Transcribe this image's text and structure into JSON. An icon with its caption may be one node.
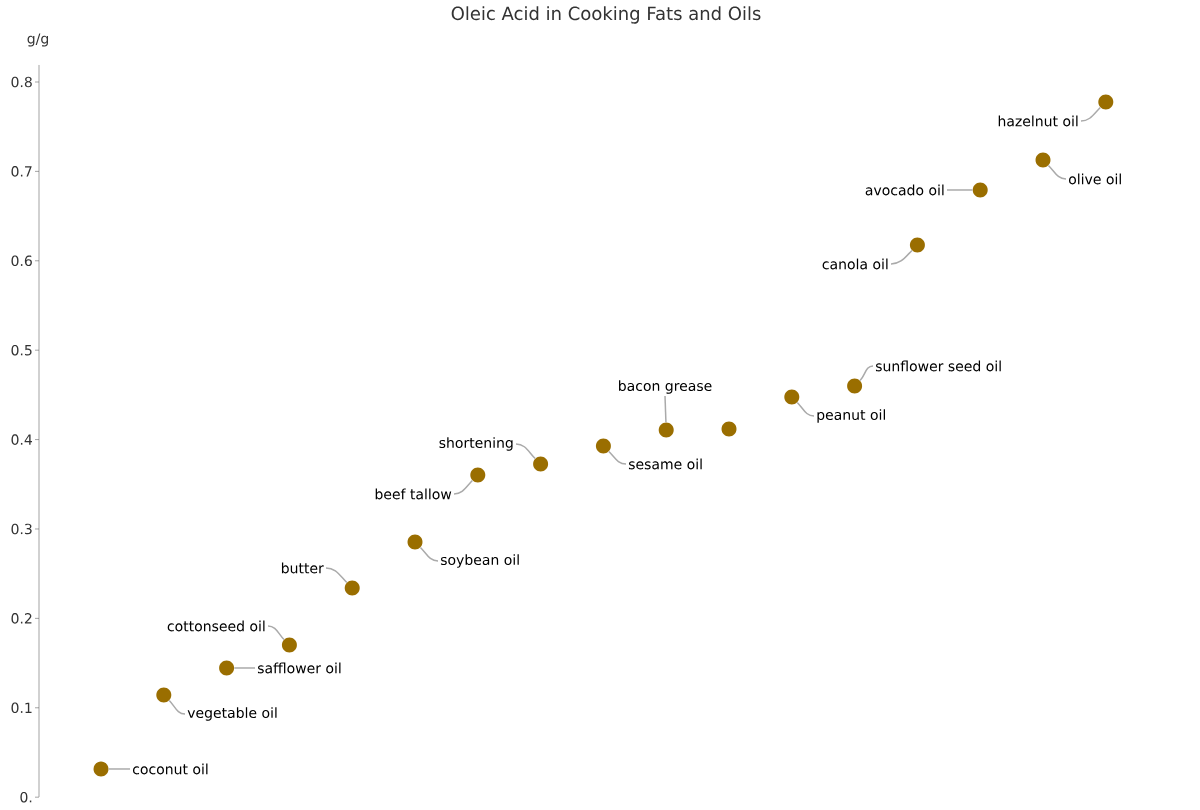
{
  "diagram": {
    "title": "Oleic Acid in Cooking Fats and Oils",
    "nodes": [
      {
        "text": [
          "coconut oil"
        ]
      },
      {
        "text": [
          "vegetable oil"
        ]
      },
      {
        "text": [
          "safflower oil"
        ]
      },
      {
        "text": [
          "cottonseed oil"
        ]
      },
      {
        "text": [
          "butter"
        ]
      },
      {
        "text": [
          "soybean oil"
        ]
      },
      {
        "text": [
          "beef tallow"
        ]
      },
      {
        "text": [
          "shortening"
        ]
      },
      {
        "text": [
          "sesame oil"
        ]
      },
      {
        "text": [
          "bacon grease"
        ]
      },
      {
        "text": [
          "peanut oil"
        ]
      },
      {
        "text": [
          "sunflower seed oil"
        ]
      },
      {
        "text": [
          "canola oil"
        ]
      },
      {
        "text": [
          "avocado oil"
        ]
      },
      {
        "text": [
          "olive oil"
        ]
      },
      {
        "text": [
          "hazelnut oil"
        ]
      },
      {
        "text": [],
        "shape": "circle"
      },
      {
        "text": [],
        "shape": "circle"
      },
      {
        "text": [],
        "shape": "circle"
      },
      {
        "text": [],
        "shape": "circle"
      },
      {
        "text": [],
        "shape": "circle"
      },
      {
        "text": [],
        "shape": "circle"
      },
      {
        "text": [],
        "shape": "circle"
      },
      {
        "text": [],
        "shape": "circle"
      },
      {
        "text": [],
        "shape": "circle"
      },
      {
        "text": [],
        "shape": "circle"
      },
      {
        "text": [],
        "shape": "circle"
      },
      {
        "text": [],
        "shape": "circle"
      },
      {
        "text": [],
        "shape": "circle"
      },
      {
        "text": [],
        "shape": "circle"
      },
      {
        "text": [],
        "shape": "circle"
      },
      {
        "text": [],
        "shape": "circle"
      },
      {
        "text": [],
        "shape": "circle"
      }
    ],
    "edges": [
      {
        "from": 0,
        "to": 16,
        "arrow": "none"
      },
      {
        "from": 1,
        "to": 17,
        "arrow": "none"
      },
      {
        "from": 2,
        "to": 18,
        "arrow": "none"
      },
      {
        "from": 3,
        "to": 19,
        "arrow": "none"
      },
      {
        "from": 4,
        "to": 20,
        "arrow": "none"
      },
      {
        "from": 5,
        "to": 21,
        "arrow": "none"
      },
      {
        "from": 6,
        "to": 22,
        "arrow": "none"
      },
      {
        "from": 7,
        "to": 23,
        "arrow": "none"
      },
      {
        "from": 8,
        "to": 24,
        "arrow": "none"
      },
      {
        "from": 9,
        "to": 25,
        "arrow": "none"
      },
      {
        "from": 10,
        "to": 27,
        "arrow": "none"
      },
      {
        "from": 11,
        "to": 28,
        "arrow": "none"
      },
      {
        "from": 12,
        "to": 29,
        "arrow": "none"
      },
      {
        "from": 13,
        "to": 30,
        "arrow": "none"
      },
      {
        "from": 14,
        "to": 31,
        "arrow": "none"
      },
      {
        "from": 15,
        "to": 32,
        "arrow": "none"
      }
    ],
    "labels": [
      "g/g",
      "0.8",
      "0.7",
      "0.6",
      "0.5",
      "0.4",
      "0.3",
      "0.2",
      "0.1",
      "0."
    ]
  }
}
